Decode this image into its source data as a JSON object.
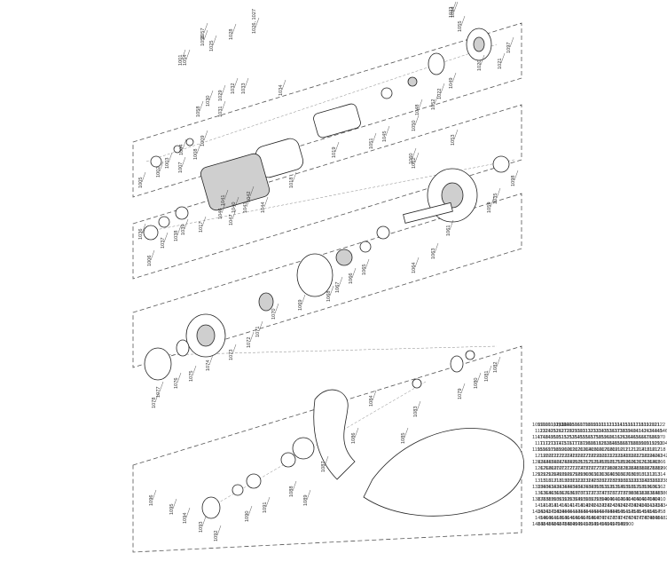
{
  "diagram": {
    "labels": [
      "1001",
      "1002",
      "1003",
      "1004",
      "1005",
      "1006",
      "1007",
      "1008",
      "1009",
      "1017",
      "1018",
      "1019",
      "1020",
      "1021",
      "1022",
      "1023",
      "1024",
      "1025",
      "1026, 1027",
      "1028",
      "1029",
      "1030",
      "1031",
      "1032",
      "1033",
      "1034",
      "1035",
      "1036",
      "1037",
      "1038",
      "1039",
      "1040",
      "1041",
      "1042",
      "1043",
      "1044",
      "1045",
      "1046",
      "1047",
      "1048",
      "1049",
      "1050",
      "1051",
      "1052",
      "1053",
      "1054",
      "1055",
      "1056",
      "1057",
      "1058",
      "1059",
      "1060",
      "1061",
      "1062",
      "1063",
      "1064",
      "1065",
      "1066",
      "1067",
      "1068",
      "1069",
      "1070",
      "1071",
      "1072",
      "1073",
      "1074",
      "1075",
      "1076",
      "1077",
      "1078",
      "1079",
      "1080",
      "1081",
      "1082",
      "1083",
      "1084",
      "1085",
      "1086",
      "1087",
      "1088",
      "1089",
      "1090",
      "1091",
      "1092",
      "1093",
      "1094",
      "1095",
      "1096",
      "1097",
      "1098",
      "1099",
      "1100",
      "1101, 1119",
      "1102, 1119",
      "1103",
      "1104",
      "1105",
      "1106",
      "1107",
      "1108",
      "1109",
      "1110",
      "1111",
      "1112",
      "1113",
      "1114",
      "1115",
      "1116",
      "1117",
      "1118",
      "1119",
      "1120",
      "1121",
      "1122",
      "1123",
      "1124",
      "1125",
      "1126",
      "1127",
      "1128",
      "1129",
      "1130",
      "1131",
      "1132",
      "1133",
      "1134",
      "1135",
      "1136",
      "1137",
      "1138",
      "1139",
      "1140",
      "1141",
      "1142",
      "1143",
      "1144",
      "1145",
      "1146",
      "1147",
      "1148",
      "1149",
      "1150",
      "1151",
      "1152",
      "1153",
      "1154",
      "1155",
      "1156",
      "1157",
      "1158",
      "1159",
      "1160",
      "1161",
      "1162",
      "1163",
      "1164",
      "1165",
      "1166",
      "1167",
      "1168",
      "1169",
      "1170",
      "1171",
      "1172",
      "1173",
      "1174",
      "1175",
      "1176",
      "1177",
      "1178",
      "1179",
      "1180",
      "1181",
      "1182",
      "1183",
      "1184",
      "1185",
      "1186",
      "1187",
      "1188",
      "1189",
      "1190",
      "1191",
      "1192",
      "1193",
      "1194",
      "1195",
      "1196",
      "1197",
      "1198",
      "1199",
      "1200",
      "1201",
      "1202",
      "1203",
      "1204",
      "1205",
      "1206",
      "1207",
      "1208",
      "1209",
      "1210",
      "1211",
      "1212",
      "1213",
      "1214",
      "1215",
      "1216",
      "1217",
      "1218",
      "1219",
      "1220",
      "1221",
      "1222",
      "1223",
      "1224",
      "1225",
      "1226",
      "1227",
      "1228",
      "1229",
      "1230",
      "1231",
      "1232",
      "1233",
      "1234",
      "1235",
      "1236",
      "1237",
      "1238",
      "1239",
      "1240",
      "1241",
      "1242",
      "1243",
      "1244",
      "1245",
      "1246",
      "1247",
      "1248",
      "1249",
      "1250",
      "1251",
      "1252",
      "1253",
      "1254",
      "1255",
      "1256",
      "1257",
      "1258",
      "1259",
      "1260",
      "1261",
      "1262",
      "1263",
      "1264",
      "1265",
      "1266",
      "1267",
      "1268",
      "1269",
      "1270",
      "1271",
      "1272",
      "1273",
      "1274",
      "1275",
      "1276",
      "1277",
      "1278",
      "1279",
      "1280",
      "1281",
      "1282",
      "1283",
      "1284",
      "1285",
      "1286",
      "1287",
      "1288",
      "1289",
      "1290",
      "1291",
      "1292",
      "1293",
      "1294",
      "1295",
      "1296",
      "1297",
      "1298",
      "1299",
      "1300",
      "1301",
      "1302",
      "1303",
      "1304",
      "1305",
      "1306",
      "1307",
      "1308",
      "1309",
      "1310",
      "1311",
      "1312",
      "1313",
      "1314",
      "1315",
      "1316",
      "1317",
      "1318",
      "1319",
      "1320",
      "1321",
      "1322",
      "1323",
      "1324",
      "1325",
      "1326",
      "1327",
      "1328",
      "1329",
      "1330",
      "1331",
      "1332",
      "1333",
      "1334",
      "1335",
      "1336",
      "1337",
      "1338",
      "1339",
      "1340",
      "1341",
      "1342",
      "1343",
      "1344",
      "1345",
      "1346",
      "1347",
      "1348",
      "1349",
      "1350",
      "1351",
      "1352",
      "1353",
      "1354",
      "1355",
      "1356",
      "1357",
      "1358",
      "1359",
      "1360",
      "1361",
      "1362",
      "1363",
      "1364",
      "1365",
      "1366",
      "1367",
      "1368",
      "1369",
      "1370",
      "1371",
      "1372",
      "1373",
      "1374",
      "1375",
      "1376",
      "1377",
      "1378",
      "1379",
      "1380",
      "1381",
      "1382",
      "1383",
      "1384",
      "1385",
      "1386",
      "1387",
      "1388",
      "1389",
      "1390",
      "1391",
      "1392",
      "1393",
      "1394",
      "1395",
      "1396",
      "1397",
      "1398",
      "1399",
      "1400",
      "1401",
      "1402",
      "1403",
      "1404",
      "1405",
      "1406",
      "1407",
      "1408",
      "1409",
      "1410",
      "1411",
      "1412",
      "1413",
      "1414",
      "1415",
      "1416",
      "1417",
      "1418",
      "1419",
      "1420",
      "1421",
      "1422",
      "1423",
      "1424",
      "1425",
      "1426",
      "1427",
      "1428",
      "1429",
      "1430",
      "1431",
      "1432",
      "1433",
      "1434",
      "1435",
      "1436",
      "1437",
      "1438",
      "1439",
      "1440",
      "1441",
      "1442",
      "1443",
      "1444",
      "1445",
      "1446",
      "1447",
      "1448",
      "1449",
      "1450",
      "1451",
      "1452",
      "1453",
      "1454",
      "1455",
      "1456",
      "1457",
      "1458",
      "1459",
      "1460",
      "1461",
      "1462",
      "1463",
      "1464",
      "1465",
      "1466",
      "1467",
      "1468",
      "1469",
      "1470",
      "1471",
      "1472",
      "1473",
      "1474",
      "1475",
      "1476",
      "1477",
      "1478",
      "1479",
      "1480",
      "1481",
      "1482",
      "1483",
      "1484",
      "1485",
      "1486",
      "1487",
      "1488",
      "1489",
      "1490",
      "1491",
      "1492",
      "1493",
      "1494",
      "1495",
      "1496",
      "1497",
      "1498",
      "1499",
      "1500"
    ]
  }
}
